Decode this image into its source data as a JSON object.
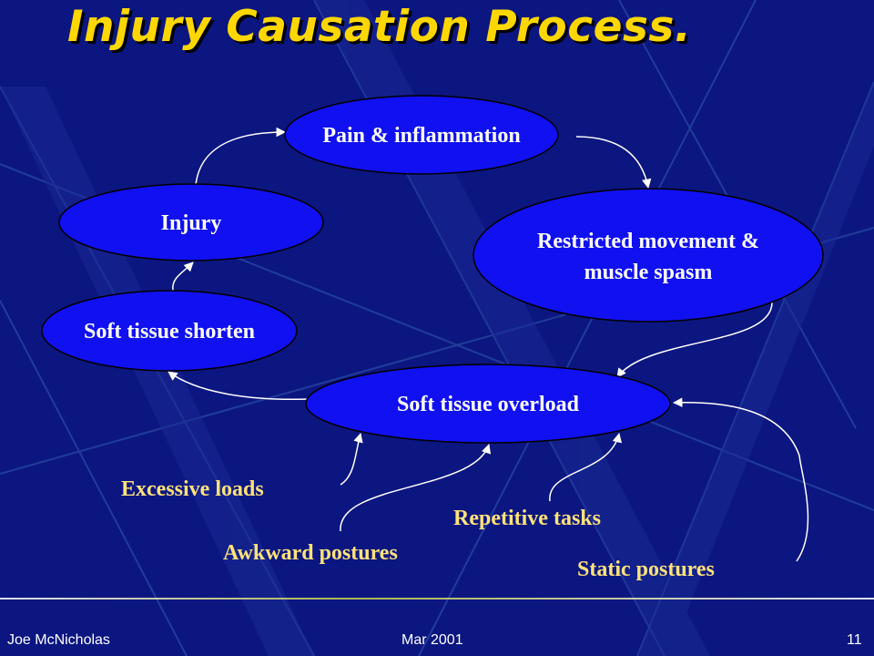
{
  "slide": {
    "title": "Injury Causation Process.",
    "background_color": "#0c1680",
    "title_color": "#ffd700",
    "node_fill": "#1010f0"
  },
  "nodes": [
    {
      "id": "pain",
      "lines": [
        "Pain & inflammation"
      ]
    },
    {
      "id": "injury",
      "lines": [
        "Injury"
      ]
    },
    {
      "id": "restricted",
      "lines": [
        "Restricted movement &",
        "muscle spasm"
      ]
    },
    {
      "id": "shorten",
      "lines": [
        "Soft tissue shorten"
      ]
    },
    {
      "id": "overload",
      "lines": [
        "Soft tissue overload"
      ]
    }
  ],
  "causes": [
    {
      "id": "excessive",
      "label": "Excessive loads"
    },
    {
      "id": "awkward",
      "label": "Awkward postures"
    },
    {
      "id": "repetitive",
      "label": "Repetitive tasks"
    },
    {
      "id": "static",
      "label": "Static postures"
    }
  ],
  "footer": {
    "author": "Joe McNicholas",
    "date": "Mar 2001",
    "page": "11"
  }
}
